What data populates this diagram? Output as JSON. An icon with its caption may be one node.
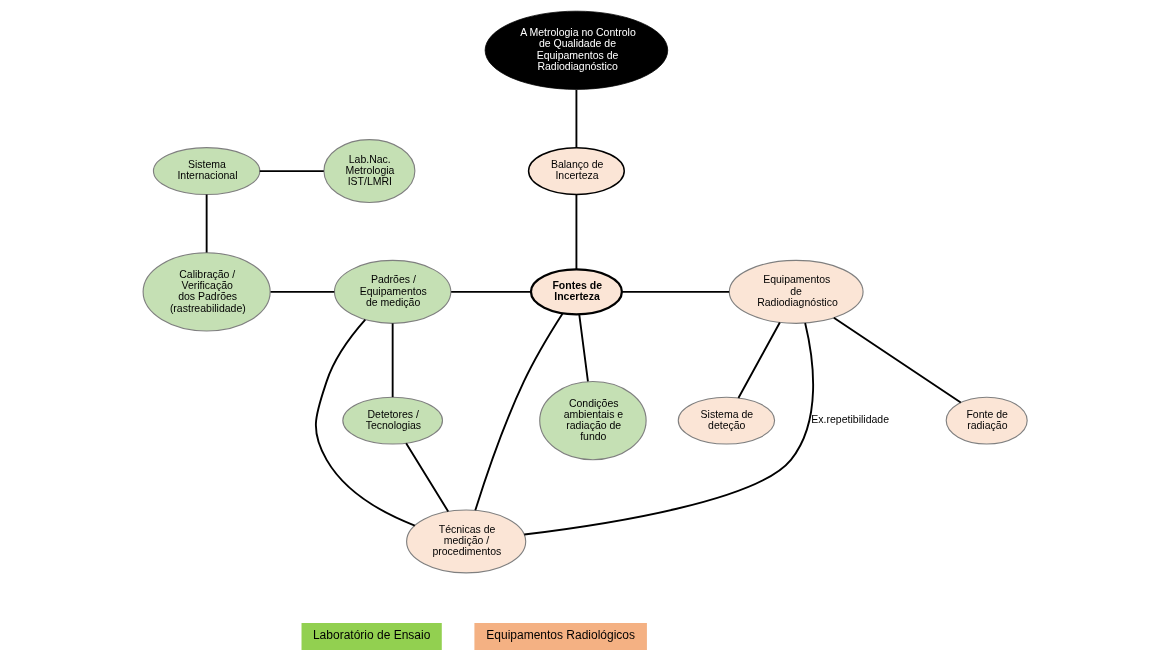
{
  "diagram": {
    "nodes": [
      {
        "text": [
          "A Metrologia no Controlo de Qualidade de Equipamentos de Radiodiagnóstico"
        ]
      },
      {
        "text": [
          "Balanço de Incerteza"
        ]
      },
      {
        "text": [
          "Sistema Internacional"
        ]
      },
      {
        "text": [
          "Lab.Nac. Metrologia IST/LMRI"
        ]
      },
      {
        "text": [
          "Padrões / Equipamentos de medição"
        ]
      },
      {
        "text": [
          "Fontes de Incerteza"
        ]
      },
      {
        "text": [
          "Equipamentos de Radiodiagnóstico"
        ]
      },
      {
        "text": [
          "Calibração / Verificação dos Padrões (rastreabilidade)"
        ]
      },
      {
        "text": [
          "Condições ambientais e radiação de fundo"
        ]
      },
      {
        "text": [
          "Fonte de radiação"
        ]
      },
      {
        "text": [
          "Detetores / Tecnologias"
        ]
      },
      {
        "text": [
          "Sistema de deteção"
        ]
      },
      {
        "text": [
          "Técnicas de medição / procedimentos"
        ]
      }
    ],
    "edges": [
      {
        "from": 0,
        "to": 1,
        "arrow": "none"
      },
      {
        "from": 1,
        "to": 5,
        "arrow": "none"
      },
      {
        "from": 2,
        "to": 3,
        "arrow": "none"
      },
      {
        "from": 2,
        "to": 7,
        "arrow": "none"
      },
      {
        "from": 7,
        "to": 4,
        "arrow": "none"
      },
      {
        "from": 4,
        "to": 5,
        "arrow": "none"
      },
      {
        "from": 5,
        "to": 6,
        "arrow": "none"
      },
      {
        "from": 5,
        "to": 8,
        "arrow": "none"
      },
      {
        "from": 6,
        "to": 9,
        "arrow": "none"
      },
      {
        "from": 6,
        "to": 11,
        "arrow": "none"
      },
      {
        "from": 4,
        "to": 10,
        "arrow": "none"
      },
      {
        "from": 4,
        "to": 12,
        "arrow": "none"
      },
      {
        "from": 10,
        "to": 12,
        "arrow": "none"
      },
      {
        "from": 5,
        "to": 12,
        "arrow": "none"
      },
      {
        "from": 6,
        "to": 12,
        "arrow": "none",
        "label": "Ex.repetibilidade"
      }
    ],
    "legend": [
      {
        "text": "Laboratório de Ensaio",
        "color": "#92d050"
      },
      {
        "text": "Equipamentos Radiológicos",
        "color": "#f4b183"
      }
    ]
  }
}
